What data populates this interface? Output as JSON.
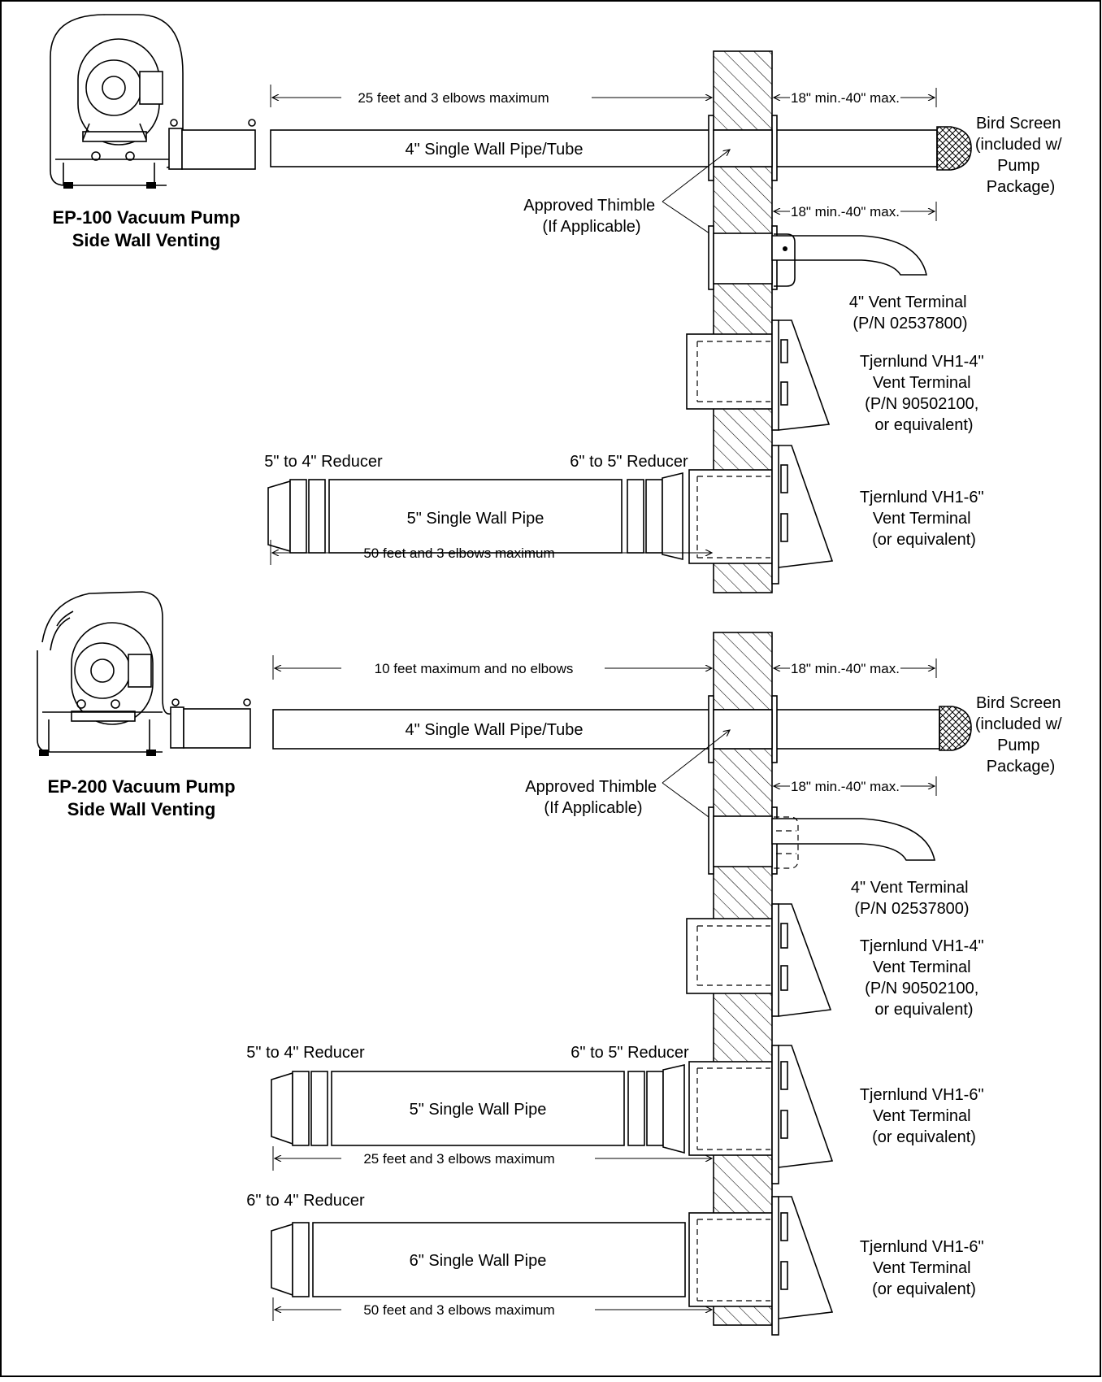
{
  "ep100": {
    "title_line1": "EP-100 Vacuum Pump",
    "title_line2": "Side Wall Venting",
    "run_max": "25 feet and 3 elbows maximum",
    "clearance_1": "18\" min.-40\" max.",
    "pipe_4": "4\" Single Wall Pipe/Tube",
    "bird_screen": [
      "Bird Screen",
      "(included w/",
      "Pump",
      "Package)"
    ],
    "thimble": [
      "Approved Thimble",
      "(If Applicable)"
    ],
    "clearance_2": "18\" min.-40\" max.",
    "vent_terminal_4": [
      "4\" Vent Terminal",
      "(P/N 02537800)"
    ],
    "tjernlund_vh1_4": [
      "Tjernlund VH1-4\"",
      "Vent Terminal",
      "(P/N 90502100,",
      "or equivalent)"
    ],
    "reducer_5_4": "5\" to 4\" Reducer",
    "reducer_6_5": "6\" to 5\" Reducer",
    "pipe_5": "5\" Single Wall Pipe",
    "tjernlund_vh1_6": [
      "Tjernlund VH1-6\"",
      "Vent Terminal",
      "(or equivalent)"
    ],
    "run_max_5": "50 feet and 3 elbows maximum"
  },
  "ep200": {
    "title_line1": "EP-200 Vacuum Pump",
    "title_line2": "Side Wall Venting",
    "run_max": "10 feet maximum and no elbows",
    "clearance_1": "18\" min.-40\" max.",
    "pipe_4": "4\" Single Wall Pipe/Tube",
    "bird_screen": [
      "Bird Screen",
      "(included w/",
      "Pump",
      "Package)"
    ],
    "thimble": [
      "Approved Thimble",
      "(If Applicable)"
    ],
    "clearance_2": "18\" min.-40\" max.",
    "vent_terminal_4": [
      "4\" Vent Terminal",
      "(P/N 02537800)"
    ],
    "tjernlund_vh1_4": [
      "Tjernlund VH1-4\"",
      "Vent Terminal",
      "(P/N 90502100,",
      "or equivalent)"
    ],
    "reducer_5_4": "5\" to 4\" Reducer",
    "reducer_6_5": "6\" to 5\" Reducer",
    "pipe_5": "5\" Single Wall Pipe",
    "tjernlund_vh1_6a": [
      "Tjernlund VH1-6\"",
      "Vent Terminal",
      "(or equivalent)"
    ],
    "run_max_5": "25 feet and 3 elbows maximum",
    "reducer_6_4": "6\" to 4\" Reducer",
    "pipe_6": "6\" Single Wall Pipe",
    "tjernlund_vh1_6b": [
      "Tjernlund VH1-6\"",
      "Vent Terminal",
      "(or equivalent)"
    ],
    "run_max_6": "50 feet and 3 elbows maximum"
  }
}
